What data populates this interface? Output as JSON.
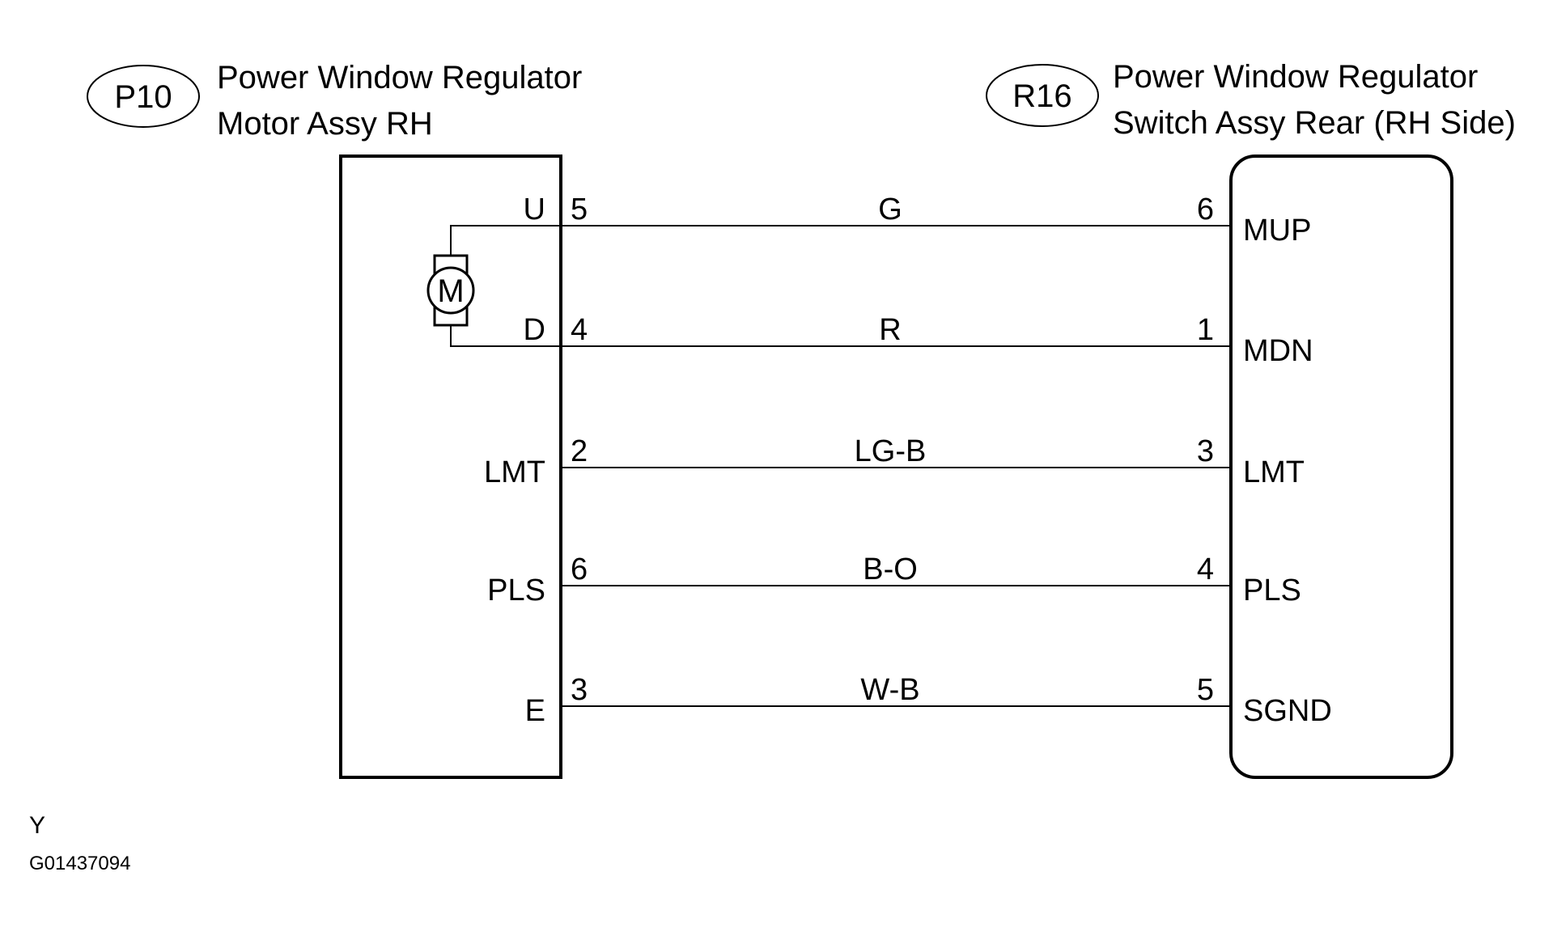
{
  "left_connector": {
    "id": "P10",
    "title_line1": "Power Window Regulator",
    "title_line2": "Motor Assy RH",
    "motor_symbol": "M"
  },
  "right_connector": {
    "id": "R16",
    "title_line1": "Power Window Regulator",
    "title_line2": "Switch Assy Rear (RH Side)"
  },
  "wires": [
    {
      "left_terminal": "U",
      "left_pin": "5",
      "color": "G",
      "right_pin": "6",
      "right_terminal": "MUP"
    },
    {
      "left_terminal": "D",
      "left_pin": "4",
      "color": "R",
      "right_pin": "1",
      "right_terminal": "MDN"
    },
    {
      "left_terminal": "LMT",
      "left_pin": "2",
      "color": "LG-B",
      "right_pin": "3",
      "right_terminal": "LMT"
    },
    {
      "left_terminal": "PLS",
      "left_pin": "6",
      "color": "B-O",
      "right_pin": "4",
      "right_terminal": "PLS"
    },
    {
      "left_terminal": "E",
      "left_pin": "3",
      "color": "W-B",
      "right_pin": "5",
      "right_terminal": "SGND"
    }
  ],
  "footer": {
    "code_letter": "Y",
    "figure_id": "G01437094"
  },
  "colors": {
    "line": "#000000",
    "background": "#ffffff"
  }
}
